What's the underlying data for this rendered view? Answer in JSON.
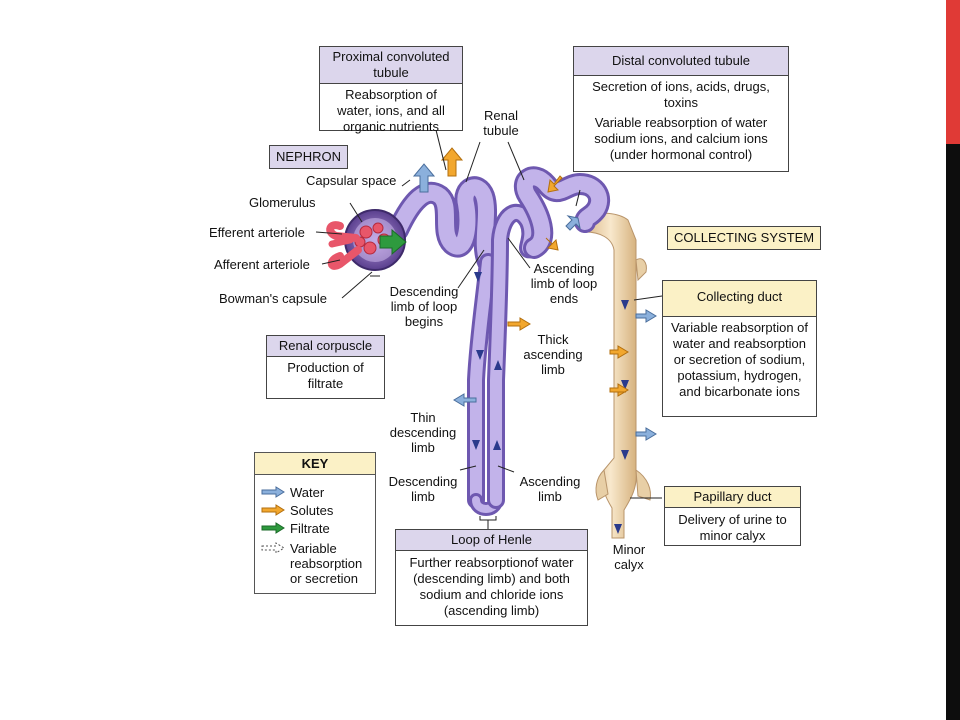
{
  "diagram": {
    "title_tag": "NEPHRON",
    "collecting_tag": "COLLECTING SYSTEM",
    "boxes": {
      "pct": {
        "header": "Proximal convoluted tubule",
        "body": "Reabsorption of water, ions, and all organic nutrients"
      },
      "dct": {
        "header": "Distal convoluted tubule",
        "body1": "Secretion of ions, acids, drugs, toxins",
        "body2": "Variable reabsorption of water sodium ions, and calcium ions (under hormonal control)"
      },
      "renal_corpuscle": {
        "header": "Renal corpuscle",
        "body": "Production of filtrate"
      },
      "collecting_duct": {
        "header": "Collecting duct",
        "body": "Variable reabsorption of water and reabsorption or secretion of sodium, potassium, hydrogen, and bicarbonate ions"
      },
      "papillary_duct": {
        "header": "Papillary duct",
        "body": "Delivery of urine to minor calyx"
      },
      "loop_of_henle": {
        "header": "Loop of Henle",
        "body": "Further reabsorptionof water (descending limb) and both sodium and chloride ions (ascending limb)"
      }
    },
    "labels": {
      "renal_tubule": "Renal tubule",
      "capsular_space": "Capsular space",
      "glomerulus": "Glomerulus",
      "efferent_arteriole": "Efferent arteriole",
      "afferent_arteriole": "Afferent arteriole",
      "bowmans_capsule": "Bowman's capsule",
      "descending_limb_begins": "Descending limb of loop begins",
      "ascending_limb_ends": "Ascending limb of loop ends",
      "thick_ascending_limb": "Thick ascending limb",
      "thin_descending_limb": "Thin descending limb",
      "descending_limb": "Descending limb",
      "ascending_limb": "Ascending limb",
      "minor_calyx": "Minor calyx"
    },
    "key": {
      "title": "KEY",
      "items": [
        {
          "label": "Water",
          "icon": "blue-arrow-icon"
        },
        {
          "label": "Solutes",
          "icon": "orange-arrow-icon"
        },
        {
          "label": "Filtrate",
          "icon": "green-arrow-icon"
        },
        {
          "label": "Variable reabsorption or secretion",
          "icon": "dashed-arrow-icon"
        }
      ]
    },
    "colors": {
      "water": "#7fa6d4",
      "solutes": "#f2a72e",
      "filtrate": "#2e9a3e",
      "tubule": "#b7a6e0",
      "collecting": "#f0d9b3",
      "vessel": "#e8566a"
    }
  }
}
